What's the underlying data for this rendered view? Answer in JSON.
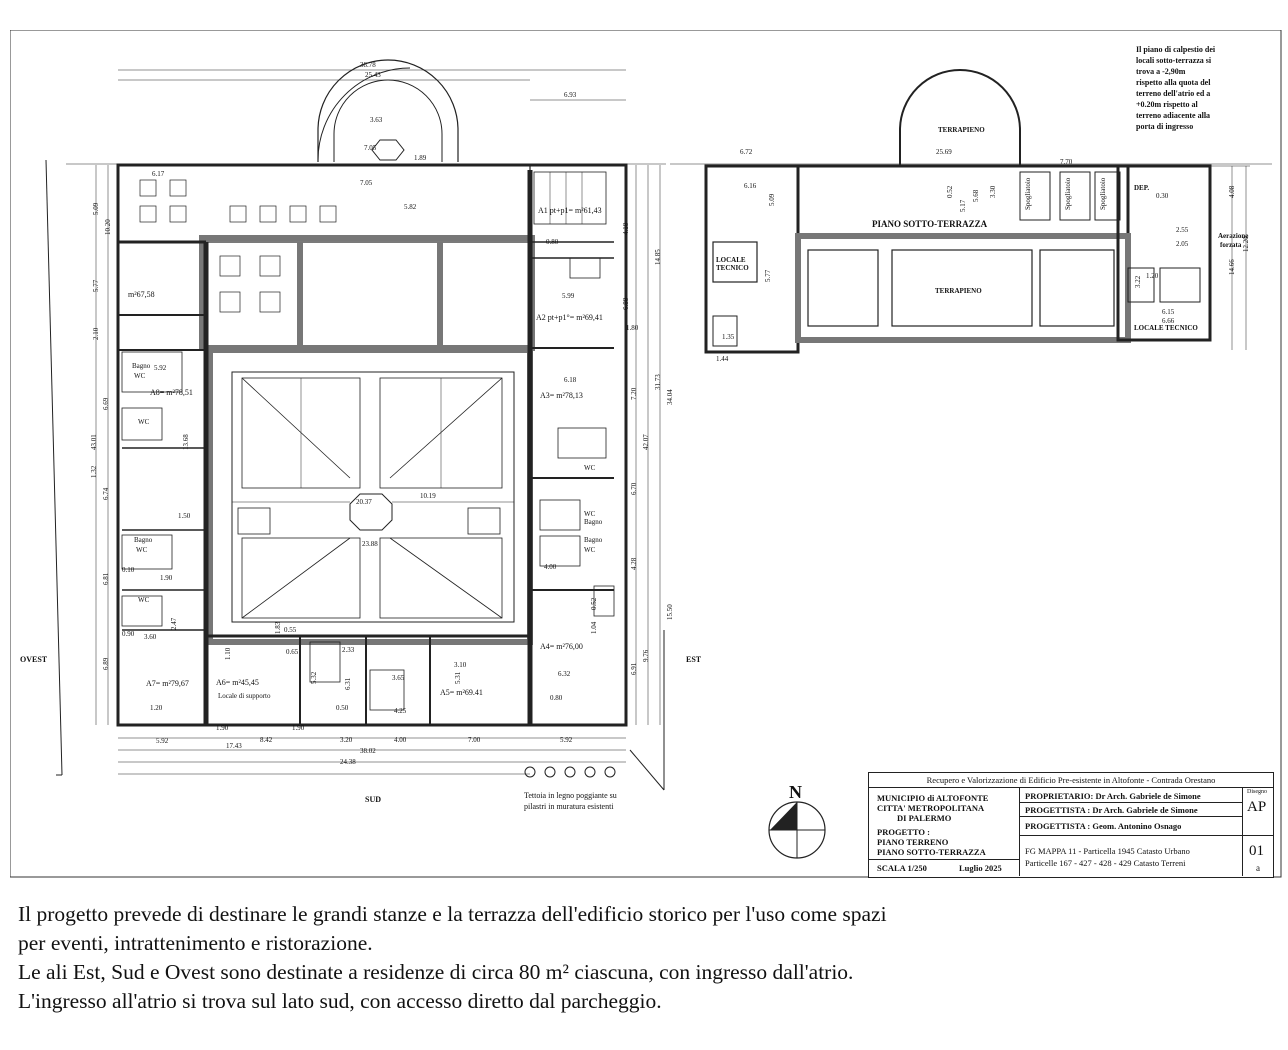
{
  "plan": {
    "side_west": "OVEST",
    "side_east": "EST",
    "side_south": "SUD",
    "north_letter": "N",
    "note_tettoia": [
      "Tettoia in legno poggiante su",
      "pilastri in muratura esistenti"
    ],
    "note_under_terrace": [
      "Il piano di calpestio dei",
      "locali sotto-terrazza  si",
      "trova  a  -2,90m",
      "rispetto alla quota del",
      "terreno dell'atrio ed a",
      "+0.20m rispetto al",
      "terreno adiacente alla",
      "porta di ingresso"
    ],
    "rooms": {
      "a1": "A1 pt+p1= m²61,43",
      "a2": "A2 pt+p1°= m²69,41",
      "a3": "A3= m²78,13",
      "a4": "A4= m²76,00",
      "a5": "A5= m²69.41",
      "a6": "A6= m²45,45",
      "a6_sub": "Locale di supporto",
      "a7": "A7= m²79,67",
      "a8": "A8= m²78,51",
      "m67": "m²67,58",
      "terrapieno_top": "TERRAPIENO",
      "terrapieno_mid": "TERRAPIENO",
      "piano_sotto": "PIANO SOTTO-TERRAZZA",
      "locale_tecnico_1": [
        "LOCALE",
        "TECNICO"
      ],
      "locale_tecnico_2": "LOCALE TECNICO",
      "aerazione": [
        "Aerazione",
        "forzata"
      ],
      "dep": "DEP.",
      "spogliatoio": "Spogliatoio",
      "bagno": "Bagno",
      "wc": "WC"
    },
    "dims_top": [
      "38.78",
      "25.43",
      "6.93",
      "3.63",
      "7.05",
      "7.05",
      "1.89",
      "5.82",
      "6.17"
    ],
    "dims_bottom": [
      "5.92",
      "17.43",
      "8.42",
      "3.20",
      "4.00",
      "7.00",
      "5.92",
      "38.02",
      "24.38",
      "1.90",
      "1.90"
    ],
    "dims_left": [
      "5.09",
      "10.20",
      "5.77",
      "2.10",
      "6.69",
      "43.01",
      "13.68",
      "1.32",
      "6.74",
      "6.81",
      "6.89"
    ],
    "dims_right": [
      "4.18",
      "6.88",
      "1.80",
      "14.85",
      "31.73",
      "34.04",
      "42.07",
      "7.20",
      "6.70",
      "4.28",
      "15.50",
      "9.76",
      "6.91"
    ],
    "dims_center": [
      "20.37",
      "10.19",
      "23.88",
      "5.99",
      "6.18",
      "0.80",
      "5.92",
      "1.50",
      "1.90",
      "0.10",
      "0.90",
      "3.60",
      "1.20",
      "4.00",
      "2.47",
      "1.83",
      "0.55",
      "2.33",
      "6.31",
      "0.50",
      "3.65",
      "4.25",
      "3.10",
      "5.31",
      "5.32",
      "6.32",
      "0.80",
      "1.04",
      "0.52",
      "1.10",
      "0.65"
    ],
    "dims_right_plan": [
      "6.72",
      "25.69",
      "7.70",
      "6.16",
      "5.09",
      "0.52",
      "5.17",
      "5.68",
      "3.30",
      "4.08",
      "12.20",
      "14.66",
      "2.55",
      "2.05",
      "0.30",
      "1.20",
      "3.22",
      "6.15",
      "6.66",
      "5.77",
      "1.35",
      "1.44"
    ]
  },
  "title_block": {
    "project_title": "Recupero e Valorizzazione di Edificio Pre-esistente in Altofonte - Contrada Orestano",
    "municipio": "MUNICIPIO di ALTOFONTE",
    "citta": "CITTA' METROPOLITANA",
    "palermo": "DI PALERMO",
    "progetto_label": "PROGETTO :",
    "progetto_1": "PIANO TERRENO",
    "progetto_2": "PIANO SOTTO-TERRAZZA",
    "scala": "SCALA 1/250",
    "data": "Luglio 2025",
    "proprietario": "PROPRIETARIO: Dr Arch. Gabriele de Simone",
    "progettista_1": "PROGETTISTA : Dr Arch. Gabriele de Simone",
    "progettista_2": "PROGETTISTA : Geom. Antonino Osnago",
    "mappa": "FG MAPPA 11 - Particella 1945 Catasto Urbano",
    "particelle": "Particelle 167 - 427 - 428 - 429   Catasto Terreni",
    "disegno_label": "Disegno",
    "disegno_code": "AP",
    "disegno_num": "01",
    "disegno_sub": "a"
  },
  "description": [
    "Il progetto prevede di destinare le grandi stanze e la terrazza dell'edificio storico per l'uso come spazi",
    "per eventi, intrattenimento e ristorazione.",
    "Le ali Est, Sud e Ovest sono destinate a residenze di circa 80 m² ciascuna, con ingresso dall'atrio.",
    "L'ingresso all'atrio si trova sul lato sud, con accesso diretto dal parcheggio."
  ]
}
